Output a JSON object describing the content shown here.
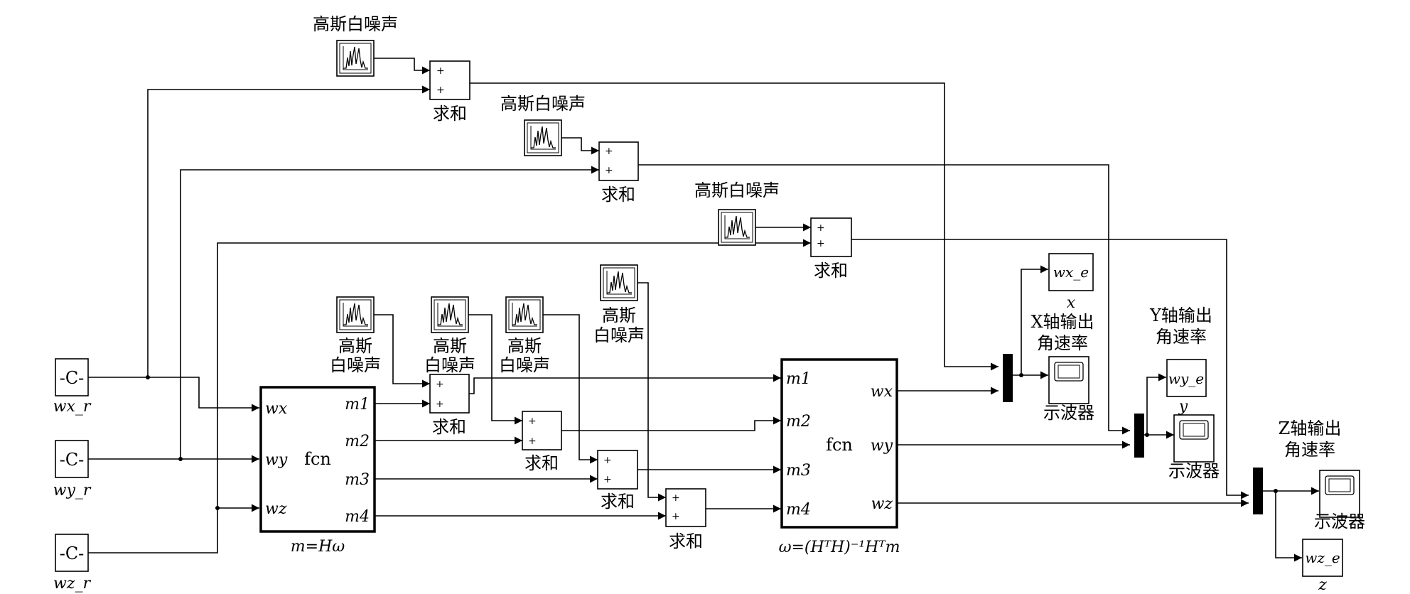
{
  "constants": [
    {
      "value": "-C-",
      "name": "wx_r"
    },
    {
      "value": "-C-",
      "name": "wy_r"
    },
    {
      "value": "-C-",
      "name": "wz_r"
    }
  ],
  "noise_label": "高斯白噪声",
  "noise_label_lines": [
    "高斯",
    "白噪声"
  ],
  "sum_label": "求和",
  "sum_sign": "+",
  "scope_label": "示波器",
  "fcn1": {
    "name": "fcn",
    "inputs": [
      "wx",
      "wy",
      "wz"
    ],
    "outputs": [
      "m1",
      "m2",
      "m3",
      "m4"
    ],
    "caption": "m=Hω"
  },
  "fcn2": {
    "name": "fcn",
    "inputs": [
      "m1",
      "m2",
      "m3",
      "m4"
    ],
    "outputs": [
      "wx",
      "wy",
      "wz"
    ],
    "caption": "ω=(HᵀH)⁻¹Hᵀm"
  },
  "axis_outputs": [
    {
      "title_line1": "X轴输出",
      "title_line2": "角速率",
      "workspace_var": "wx_e",
      "caption": "x"
    },
    {
      "title_line1": "Y轴输出",
      "title_line2": "角速率",
      "workspace_var": "wy_e",
      "caption": "y"
    },
    {
      "title_line1": "Z轴输出",
      "title_line2": "角速率",
      "workspace_var": "wz_e",
      "caption": "z"
    }
  ]
}
